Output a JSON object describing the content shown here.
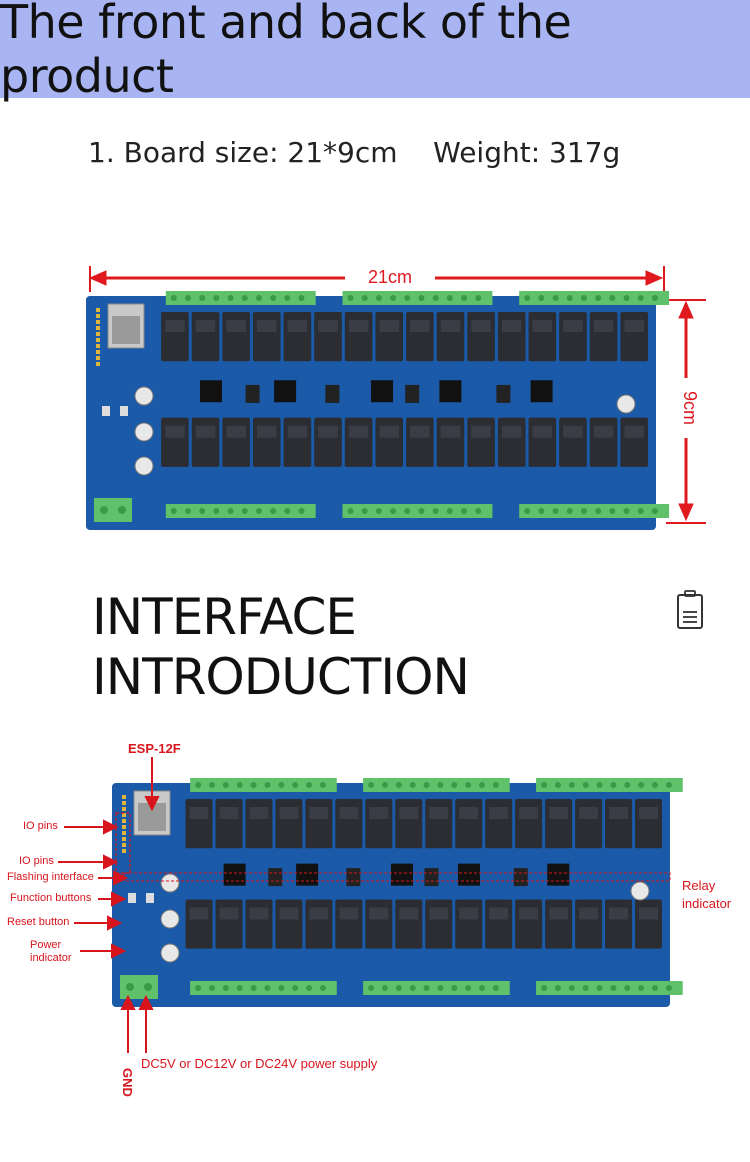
{
  "banner": {
    "title": "The front and back of the product"
  },
  "spec": {
    "board_size": "1. Board size: 21*9cm",
    "weight": "Weight: 317g"
  },
  "dimensions": {
    "width": "21cm",
    "height": "9cm"
  },
  "section": {
    "line1": "INTERFACE",
    "line2": "INTRODUCTION"
  },
  "labels": {
    "esp": "ESP-12F",
    "io_pins_1": "IO pins",
    "io_pins_2": "IO pins",
    "flashing": "Flashing interface",
    "function_buttons": "Function buttons",
    "reset_button": "Reset button",
    "power_indicator_1": "Power",
    "power_indicator_2": "indicator",
    "relay_indicator_1": "Relay",
    "relay_indicator_2": "indicator",
    "gnd": "GND",
    "power_supply": "DC5V or DC12V or DC24V power supply"
  },
  "colors": {
    "banner": "#a8b5f2",
    "board": "#1a5aa8",
    "terminal": "#5fc26b",
    "relay": "#2b2d33",
    "annotation": "#d8141c"
  },
  "icons": {
    "document": "document-icon"
  }
}
